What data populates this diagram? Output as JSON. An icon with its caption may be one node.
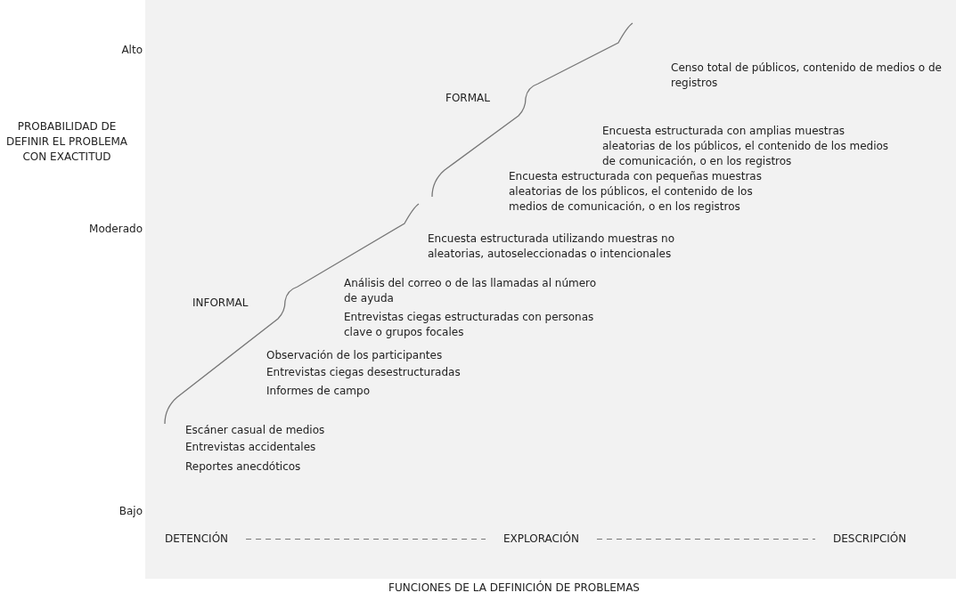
{
  "diagram": {
    "caption": "FUNCIONES DE LA DEFINICIÓN DE PROBLEMAS",
    "nodes": [
      {
        "text": [
          "DETENCIÓN"
        ]
      },
      {
        "text": [
          "EXPLORACIÓN"
        ]
      },
      {
        "text": [
          "DESCRIPCIÓN"
        ]
      }
    ],
    "edges": [
      {
        "from": 0,
        "to": 1,
        "arrow": "none",
        "style": "dashed"
      },
      {
        "from": 1,
        "to": 2,
        "arrow": "none",
        "style": "dashed"
      }
    ],
    "labels": [
      "Alto",
      "PROBABILIDAD DE DEFINIR EL PROBLEMA CON EXACTITUD",
      "Moderado",
      "Bajo",
      "Censo total de públicos, contenido de medios o de registros",
      "FORMAL",
      "Encuesta estructurada con amplias muestras aleatorias de los públicos, el contenido de los medios de comunicación, o en los registros",
      "Encuesta estructurada con pequeñas muestras aleatorias de los públicos, el contenido de los medios de comunicación, o en los registros",
      "Encuesta estructurada utilizando muestras no aleatorias, autoseleccionadas o intencionales",
      "Análisis del correo o de las llamadas al número de ayuda",
      "Entrevistas ciegas estructuradas  con personas clave o grupos focales",
      "INFORMAL",
      "Observación de los participantes",
      "Entrevistas ciegas desestructuradas",
      "Informes de campo",
      "Escáner casual de medios",
      "Entrevistas accidentales",
      "Reportes anecdóticos"
    ]
  }
}
